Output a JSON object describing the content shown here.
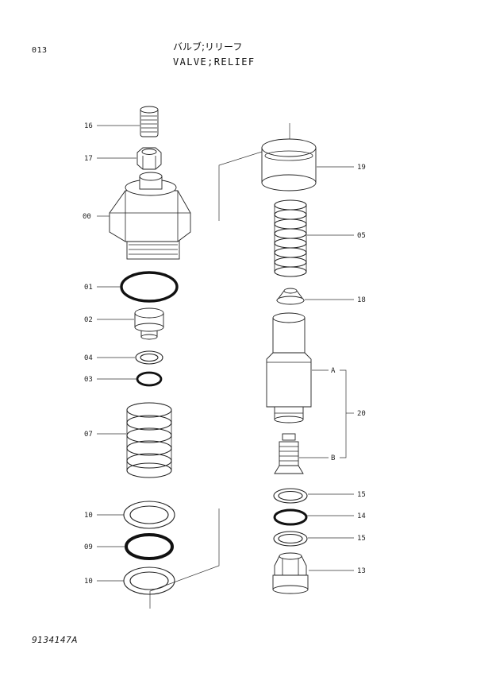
{
  "header": {
    "page_number": "013",
    "title_jp": "バルブ;リリーフ",
    "title_en": "VALVE;RELIEF"
  },
  "footer": {
    "doc_code": "9134147A"
  },
  "left_labels": {
    "p16": "16",
    "p17": "17",
    "p00": "00",
    "p01": "01",
    "p02": "02",
    "p04": "04",
    "p03": "03",
    "p07": "07",
    "p10a": "10",
    "p09": "09",
    "p10b": "10"
  },
  "right_labels": {
    "p19": "19",
    "p05": "05",
    "p18": "18",
    "pA": "A",
    "p20": "20",
    "pB": "B",
    "p15a": "15",
    "p14": "14",
    "p15b": "15",
    "p13": "13"
  }
}
